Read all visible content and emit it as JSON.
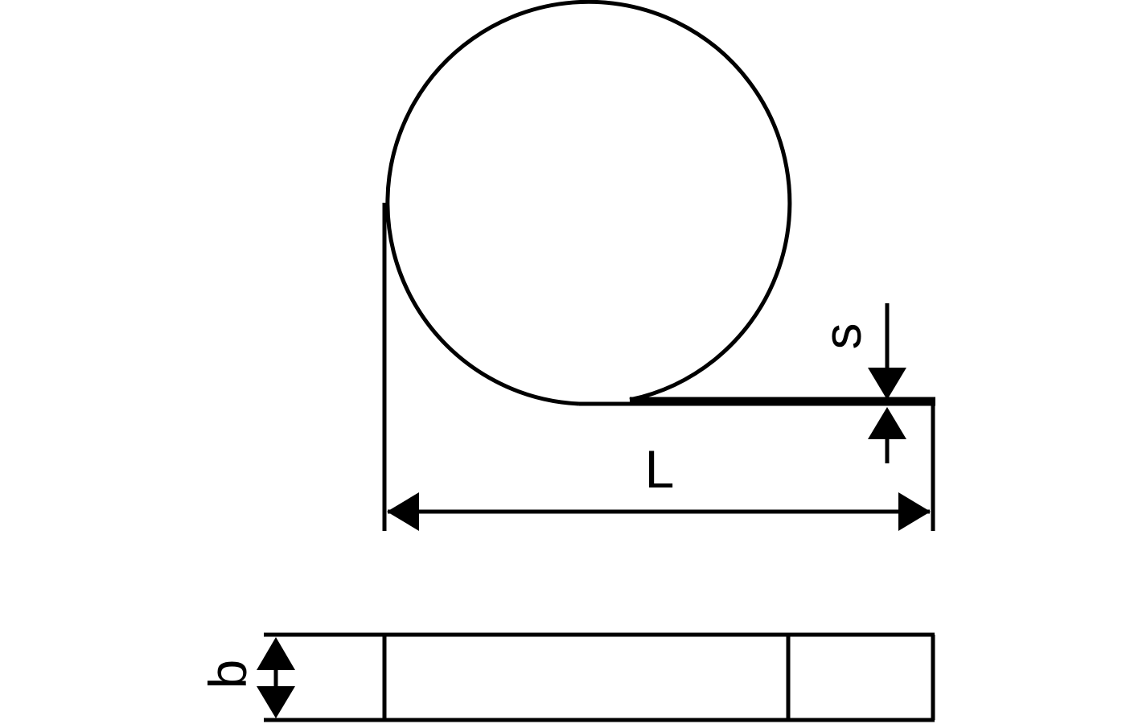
{
  "diagram": {
    "type": "technical-drawing",
    "subject": "coiled strip with thickness, length and width dimensions",
    "colors": {
      "line": "#000000",
      "background": "#ffffff"
    },
    "labels": {
      "thickness": "s",
      "length": "L",
      "width": "b"
    }
  }
}
